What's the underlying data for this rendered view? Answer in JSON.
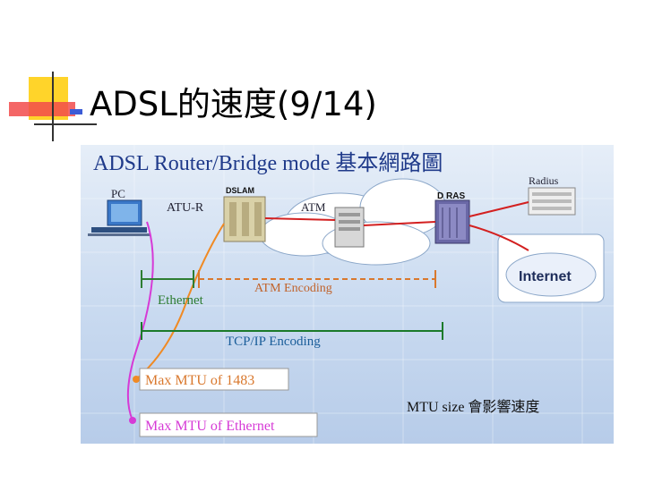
{
  "slide": {
    "title": "ADSL的速度(9/14)"
  },
  "diagram": {
    "heading": "ADSL Router/Bridge mode 基本網路圖",
    "nodes": {
      "pc": "PC",
      "atu_r": "ATU-R",
      "dslam": "DSLAM",
      "atm": "ATM",
      "dras": "D RAS",
      "radius": "Radius",
      "internet": "Internet"
    },
    "encodings": {
      "ethernet": "Ethernet",
      "atm": "ATM Encoding",
      "tcpip": "TCP/IP Encoding"
    },
    "notes": {
      "mtu_1483": "Max MTU of 1483",
      "mtu_ethernet": "Max MTU of Ethernet",
      "mtu_size": "MTU size 會影響速度"
    },
    "colors": {
      "heading": "#1f3a8a",
      "ethernet": "#2e7d32",
      "atm_encoding": "#d9782d",
      "tcpip": "#1b7a2a",
      "magenta_link": "#d63ad6",
      "orange_link": "#f08a24",
      "red_link": "#d32020"
    }
  }
}
